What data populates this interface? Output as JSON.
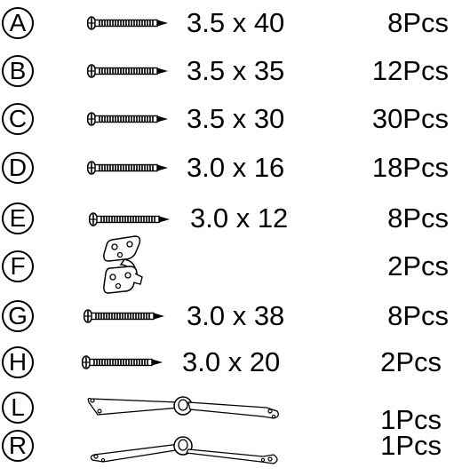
{
  "parts": [
    {
      "letter": "A",
      "size": "3.5 x 40",
      "quantity": "8Pcs",
      "item": "screw-icon"
    },
    {
      "letter": "B",
      "size": "3.5 x 35",
      "quantity": "12Pcs",
      "item": "screw-icon"
    },
    {
      "letter": "C",
      "size": "3.5 x 30",
      "quantity": "30Pcs",
      "item": "screw-icon"
    },
    {
      "letter": "D",
      "size": "3.0 x 16",
      "quantity": "18Pcs",
      "item": "screw-icon"
    },
    {
      "letter": "E",
      "size": "3.0 x 12",
      "quantity": "8Pcs",
      "item": "screw-icon"
    },
    {
      "letter": "F",
      "size": "",
      "quantity": "2Pcs",
      "item": "hinge-icon"
    },
    {
      "letter": "G",
      "size": "3.0 x 38",
      "quantity": "8Pcs",
      "item": "screw-icon"
    },
    {
      "letter": "H",
      "size": "3.0 x 20",
      "quantity": "2Pcs",
      "item": "screw-icon"
    },
    {
      "letter": "L",
      "size": "",
      "quantity": "1Pcs",
      "item": "lid-stay-icon"
    },
    {
      "letter": "R",
      "size": "",
      "quantity": "1Pcs",
      "item": "lid-stay-icon"
    }
  ]
}
